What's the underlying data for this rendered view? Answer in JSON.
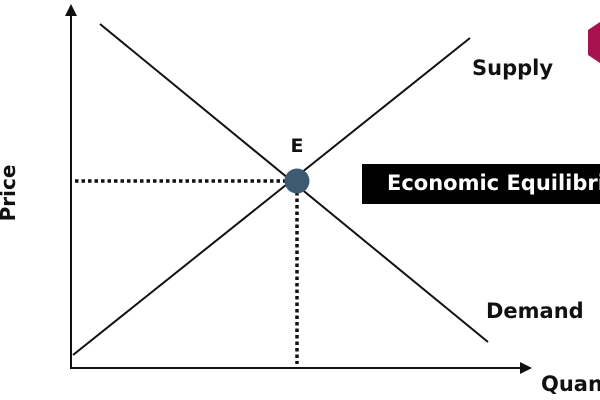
{
  "axes": {
    "x_label": "Quantity",
    "y_label": "Price"
  },
  "curves": {
    "supply_label": "Supply",
    "demand_label": "Demand"
  },
  "equilibrium": {
    "point_label": "E"
  },
  "banner": {
    "text": "Economic Equilibrium"
  },
  "colors": {
    "equilibrium_point": "#3e5a73",
    "logo_accent": "#a8124f",
    "banner_bg": "#000000",
    "line": "#111111"
  }
}
